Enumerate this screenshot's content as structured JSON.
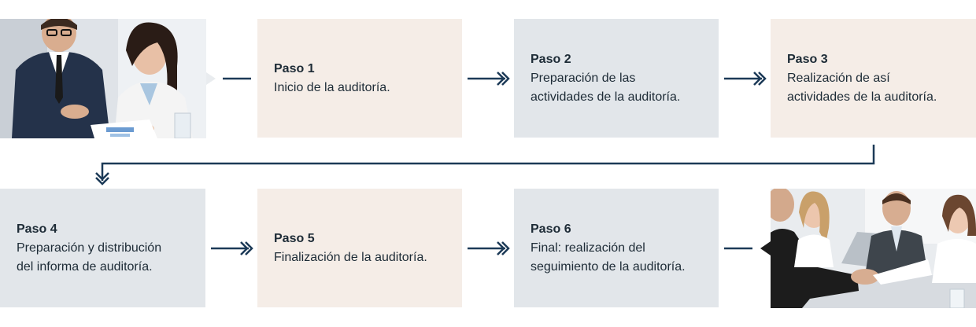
{
  "colors": {
    "beige_box": "#f5ede7",
    "gray_box": "#e2e6ea",
    "connector": "#1c3a57",
    "text": "#1d2b36"
  },
  "photos": {
    "top_left": {
      "description_icon": "business-meeting-photo"
    },
    "bottom_right": {
      "description_icon": "handshake-meeting-photo"
    }
  },
  "steps": [
    {
      "title": "Paso 1",
      "desc_lines": [
        "Inicio de la auditoría."
      ],
      "color": "beige"
    },
    {
      "title": "Paso 2",
      "desc_lines": [
        "Preparación de las",
        "actividades de la auditoría."
      ],
      "color": "gray"
    },
    {
      "title": "Paso 3",
      "desc_lines": [
        "Realización de así",
        "actividades de la auditoría."
      ],
      "color": "beige"
    },
    {
      "title": "Paso 4",
      "desc_lines": [
        "Preparación y distribución",
        "del informa de auditoría."
      ],
      "color": "gray"
    },
    {
      "title": "Paso 5",
      "desc_lines": [
        "Finalización de la auditoría."
      ],
      "color": "beige"
    },
    {
      "title": "Paso 6",
      "desc_lines": [
        "Final: realización del",
        "seguimiento de la auditoría."
      ],
      "color": "gray"
    }
  ]
}
